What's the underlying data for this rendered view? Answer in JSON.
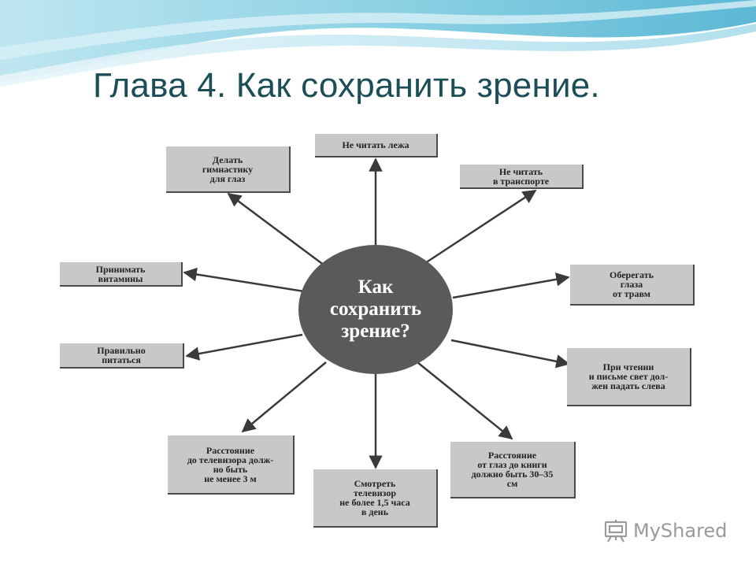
{
  "slide": {
    "title": "Глава 4. Как сохранить зрение.",
    "colors": {
      "title": "#1c4e58",
      "box": "#c8c8c8",
      "hub": "#5a5a5a",
      "wave": "#7cc8dc"
    }
  },
  "diagram": {
    "center": "Как\nсохранить\nзрение?",
    "boxes": [
      {
        "id": "exercise",
        "label": "Делать\nгимнастику\nдля глаз"
      },
      {
        "id": "lying",
        "label": "Не читать лежа"
      },
      {
        "id": "transport",
        "label": "Не читать\nв транспорте"
      },
      {
        "id": "injury",
        "label": "Оберегать\nглаза\nот травм"
      },
      {
        "id": "light",
        "label": "При чтении\nи письме свет дол-\nжен падать слева"
      },
      {
        "id": "book",
        "label": "Расстояние\nот глаз до книги\nдолжно быть 30–35\nсм"
      },
      {
        "id": "tv-time",
        "label": "Смотреть\nтелевизор\nне более 1,5 часа\nв день"
      },
      {
        "id": "tv-distance",
        "label": "Расстояние\nдо телевизора долж-\nно быть\nне менее 3 м"
      },
      {
        "id": "nutrition",
        "label": "Правильно\nпитаться"
      },
      {
        "id": "vitamins",
        "label": "Принимать\nвитамины"
      }
    ]
  },
  "watermark": {
    "text": "MyShared",
    "icon": "presentation-board-icon"
  }
}
